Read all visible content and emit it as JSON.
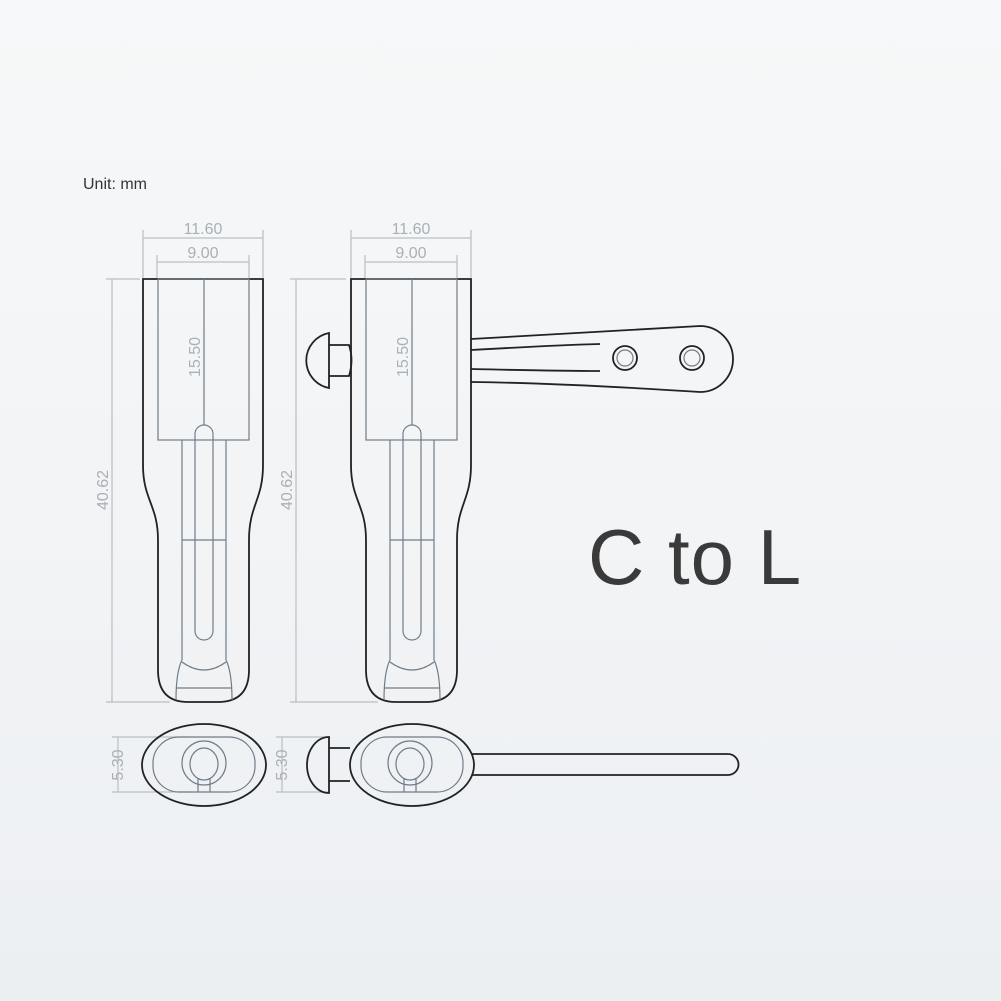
{
  "unit_label": "Unit: mm",
  "title": "C to L",
  "views": {
    "c_type": {
      "width_outer": "11.60",
      "width_inner": "9.00",
      "height_inner": "15.50",
      "height_total": "40.62",
      "thickness": "5.30"
    },
    "l_type": {
      "width_outer": "11.60",
      "width_inner": "9.00",
      "height_inner": "15.50",
      "height_total": "40.62",
      "thickness": "5.30"
    }
  }
}
